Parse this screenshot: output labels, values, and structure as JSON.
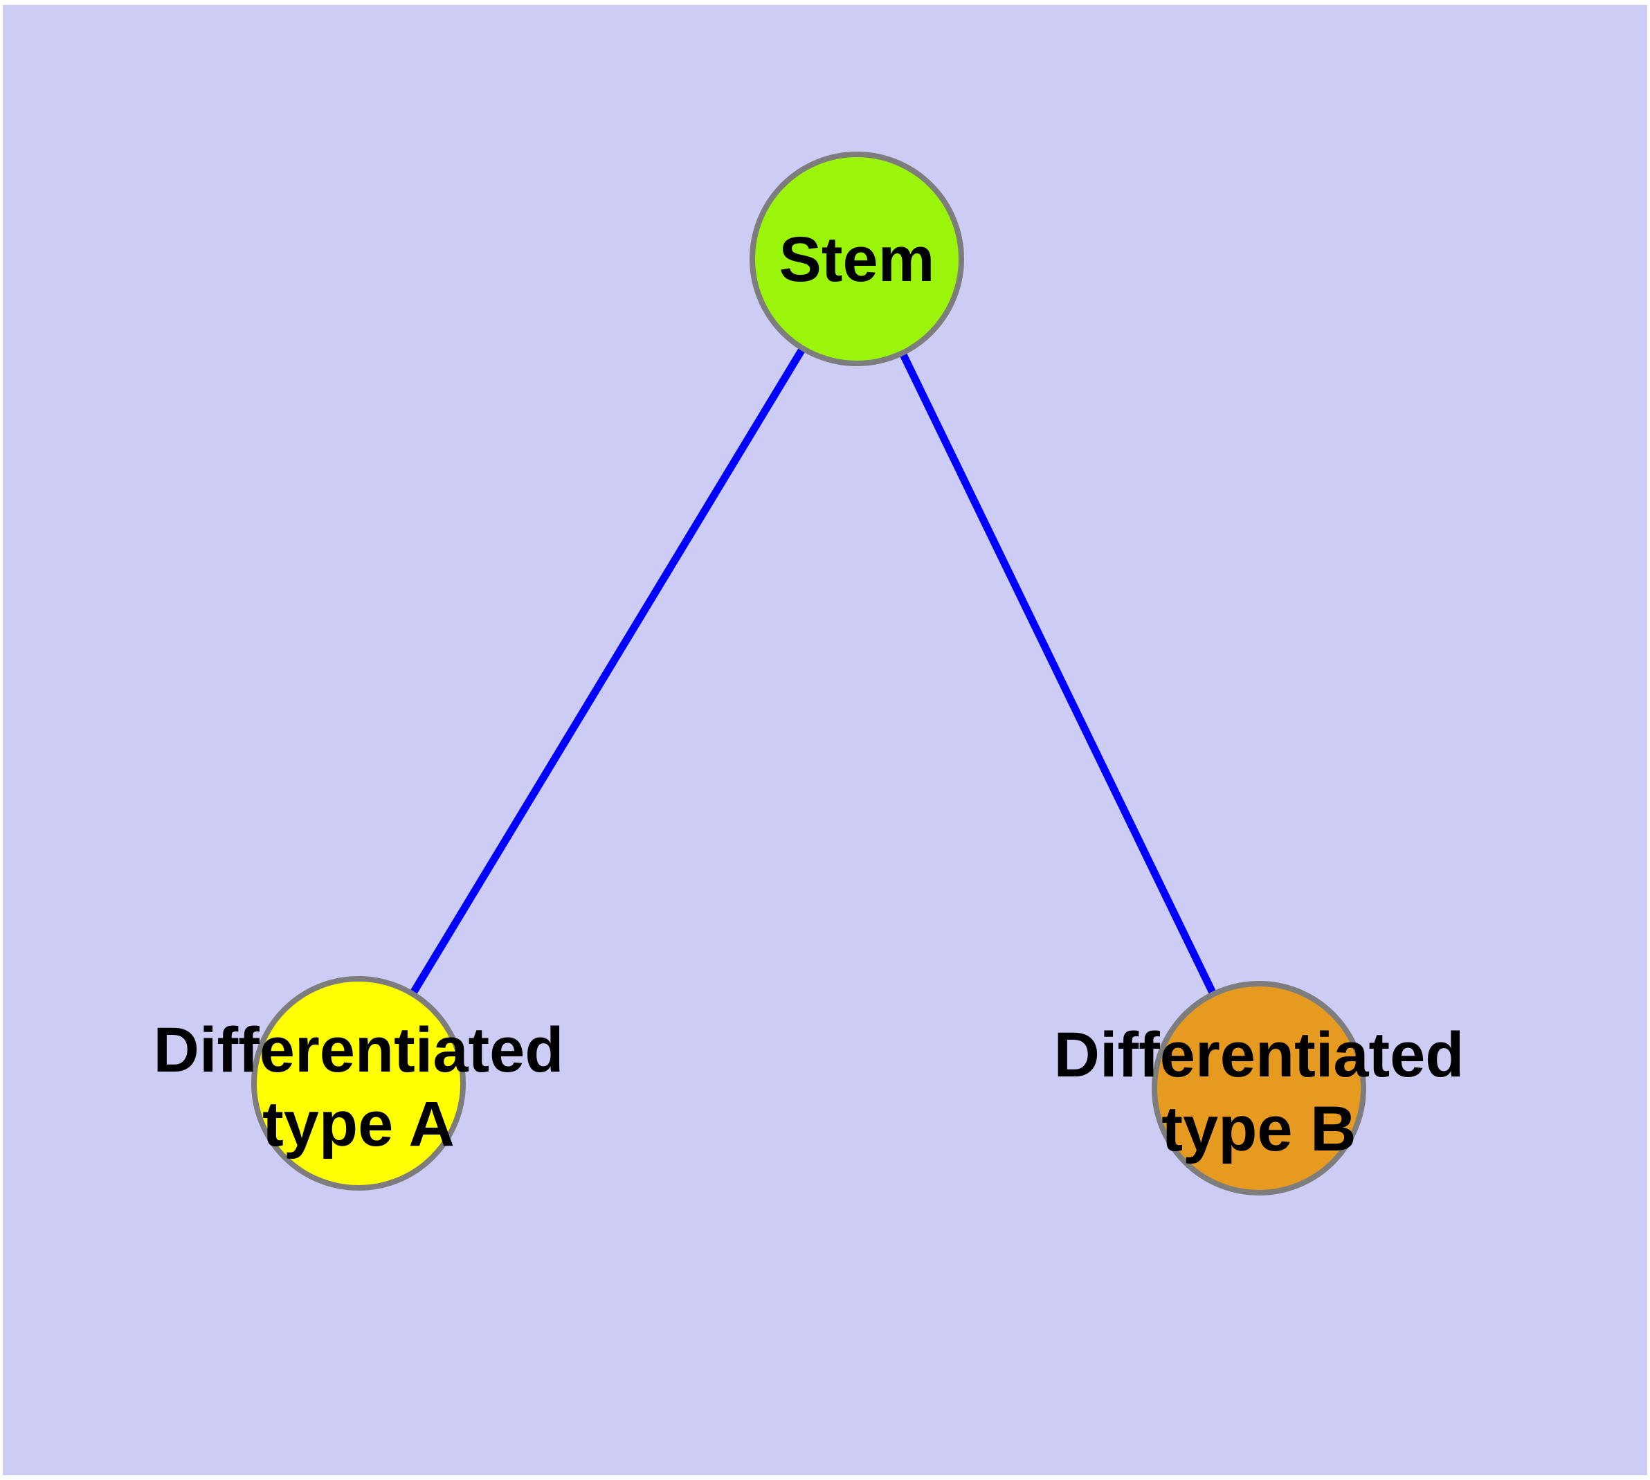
{
  "figure": {
    "type": "graph-diagram",
    "background_color": "#CCCCF5",
    "frame_color": "#FFFFFF",
    "label_color": "#000000",
    "node_border_color": "#7D7D7D",
    "edge_color": "#0000FF",
    "nodes": [
      {
        "id": "stem",
        "label": "Stem",
        "fill": "#9AF50A"
      },
      {
        "id": "differentiated-type-a",
        "label_line1": "Differentiated",
        "label_line2": "type A",
        "fill": "#FFFF00"
      },
      {
        "id": "differentiated-type-b",
        "label_line1": "Differentiated",
        "label_line2": "type B",
        "fill": "#E79A20"
      }
    ],
    "edges": [
      {
        "from": "Stem",
        "to": "Differentiated type A"
      },
      {
        "from": "Stem",
        "to": "Differentiated type B"
      }
    ]
  }
}
